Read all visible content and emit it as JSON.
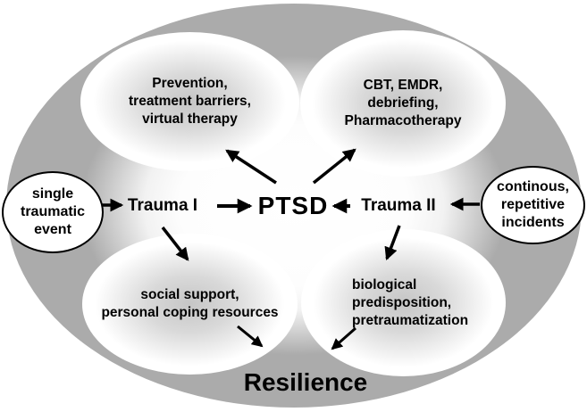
{
  "colors": {
    "background": "#FFFFFF",
    "outer_ellipse_gray": "#ABABAB",
    "node_center_gray": "#C6C6C6",
    "source_fill": "#FFFFFF",
    "text": "#000000",
    "arrow": "#000000"
  },
  "outer": {
    "label": "Resilience"
  },
  "center": {
    "ptsd": "PTSD",
    "trauma_left": "Trauma I",
    "trauma_right": "Trauma II"
  },
  "sources": {
    "left": "single\ntraumatic\nevent",
    "right": "continous,\nrepetitive\nincidents"
  },
  "nodes": {
    "top_left": "Prevention,\ntreatment barriers,\nvirtual therapy",
    "top_right": "CBT, EMDR,\ndebriefing,\nPharmacotherapy",
    "bottom_left": "social support,\npersonal coping resources",
    "bottom_right": "biological\npredisposition,\npretraumatization"
  }
}
